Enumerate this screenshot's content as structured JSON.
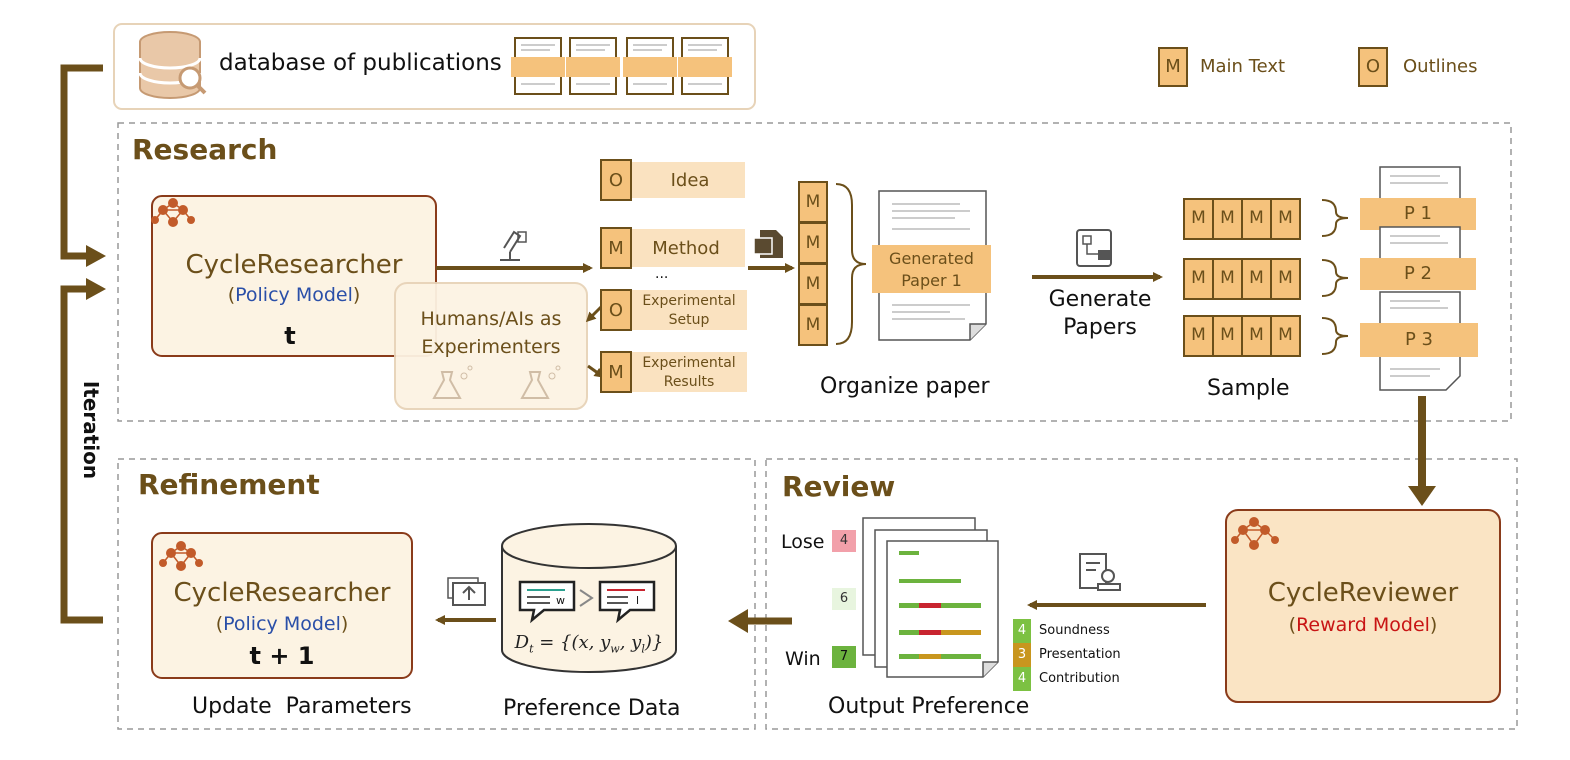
{
  "database": {
    "label": "database of publications"
  },
  "legend": {
    "main_text_letter": "M",
    "main_text_label": "Main Text",
    "outline_letter": "O",
    "outline_label": "Outlines"
  },
  "research": {
    "title": "Research",
    "cycle_researcher": {
      "name": "CycleResearcher",
      "open_paren": "(",
      "role": "Policy Model",
      "close_paren": ")",
      "step": "t"
    },
    "experimenters": {
      "line1": "Humans/AIs as",
      "line2": "Experimenters"
    },
    "components": [
      {
        "letter": "O",
        "line1": "Idea",
        "line2": ""
      },
      {
        "letter": "M",
        "line1": "Method",
        "line2": ""
      },
      {
        "letter": "O",
        "line1": "Experimental",
        "line2": "Setup"
      },
      {
        "letter": "M",
        "line1": "Experimental",
        "line2": "Results"
      }
    ],
    "ellipsis": "...",
    "stack_letters": [
      "M",
      "M",
      "M",
      "M"
    ],
    "generated_paper": {
      "line1": "Generated",
      "line2": "Paper 1"
    },
    "organize_caption": "Organize paper",
    "generate_caption": {
      "line1": "Generate",
      "line2": "Papers"
    },
    "sample_rows": [
      {
        "letters": [
          "M",
          "M",
          "M",
          "M"
        ],
        "paper": "P 1"
      },
      {
        "letters": [
          "M",
          "M",
          "M",
          "M"
        ],
        "paper": "P 2"
      },
      {
        "letters": [
          "M",
          "M",
          "M",
          "M"
        ],
        "paper": "P 3"
      }
    ],
    "sample_caption": "Sample"
  },
  "iteration_label": "Iteration",
  "refinement": {
    "title": "Refinement",
    "cycle_researcher": {
      "name": "CycleResearcher",
      "open_paren": "(",
      "role": "Policy Model",
      "close_paren": ")",
      "step": "t + 1"
    },
    "update_caption": "Update  Parameters",
    "preference_caption": "Preference Data",
    "bubble_w": "w",
    "bubble_l": "l",
    "formula": {
      "lhs": "D",
      "sub": "t",
      "rhs": " = {(x, y",
      "w": "w",
      "mid": ", y",
      "l": "l",
      "end": ")}"
    }
  },
  "review": {
    "title": "Review",
    "lose_label": "Lose",
    "lose_score": "4",
    "mid_score": "6",
    "win_label": "Win",
    "win_score": "7",
    "scores": [
      {
        "score": "4",
        "label": "Soundness",
        "color": "#7cc142"
      },
      {
        "score": "3",
        "label": "Presentation",
        "color": "#c8961e"
      },
      {
        "score": "4",
        "label": "Contribution",
        "color": "#7cc142"
      }
    ],
    "output_caption": "Output Preference",
    "cycle_reviewer": {
      "name": "CycleReviewer",
      "open_paren": "(",
      "role": "Reward Model",
      "close_paren": ")"
    }
  },
  "colors": {
    "brown": "#6b4f1a",
    "orange": "#f5c27c",
    "cream": "#fcf3e3",
    "blue": "#2a4fa8",
    "red": "#c81414",
    "lose": "#f2a0aa",
    "win": "#6cb33e"
  }
}
